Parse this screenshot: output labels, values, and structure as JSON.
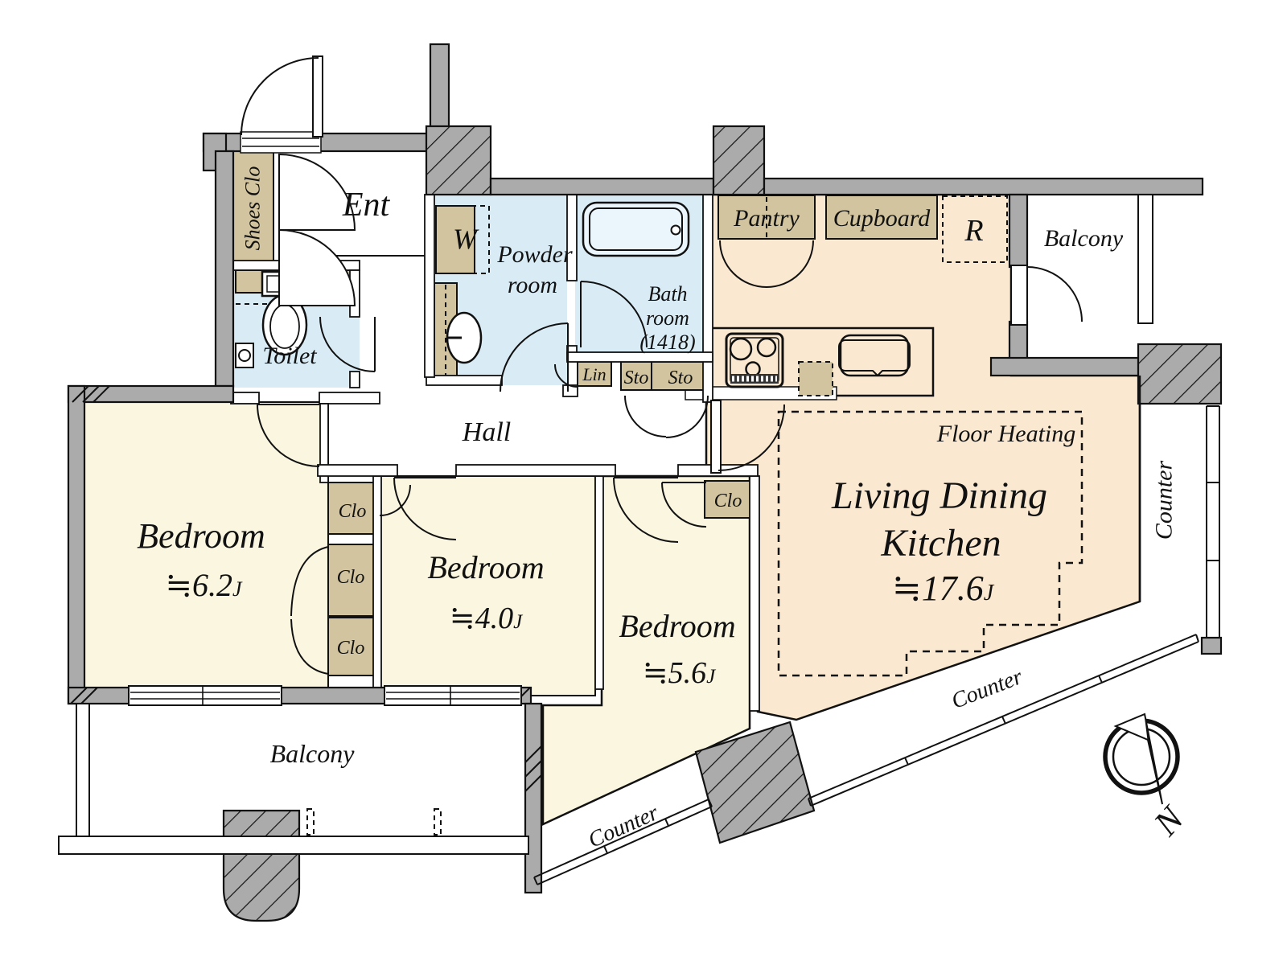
{
  "colors": {
    "wall_gray": "#ABABAB",
    "bedroom_cream": "#FAF6E0",
    "ldk_peach": "#FAE8D0",
    "wet_blue": "#D9ECF6",
    "closet_tan": "#D2C49E",
    "line_black": "#111111"
  },
  "rooms": {
    "ent": {
      "label": "Ent"
    },
    "shoes_closet": {
      "label": "Shoes Clo"
    },
    "toilet": {
      "label": "Toilet"
    },
    "washer": {
      "label": "W"
    },
    "powder_room": {
      "line1": "Powder",
      "line2": "room"
    },
    "bathroom": {
      "line1": "Bath",
      "line2": "room",
      "line3": "(1418)"
    },
    "linen": {
      "label": "Lin"
    },
    "storage": {
      "label": "Sto"
    },
    "closet": {
      "label": "Clo"
    },
    "pantry": {
      "label": "Pantry"
    },
    "cupboard": {
      "label": "Cupboard"
    },
    "refrigerator": {
      "label": "R"
    },
    "hall": {
      "label": "Hall"
    },
    "bedroom_62": {
      "label": "Bedroom",
      "size": "≒6.2",
      "unit": "J"
    },
    "bedroom_40": {
      "label": "Bedroom",
      "size": "≒4.0",
      "unit": "J"
    },
    "bedroom_56": {
      "label": "Bedroom",
      "size": "≒5.6",
      "unit": "J"
    },
    "ldk": {
      "line1": "Living Dining",
      "line2": "Kitchen",
      "size": "≒17.6",
      "unit": "J"
    },
    "floor_heating": {
      "label": "Floor Heating"
    },
    "balcony": {
      "label": "Balcony"
    },
    "counter": {
      "label": "Counter"
    }
  },
  "compass": {
    "north": "N"
  }
}
